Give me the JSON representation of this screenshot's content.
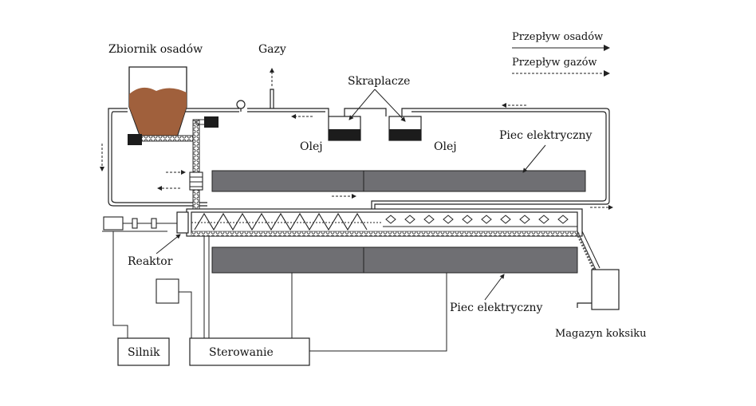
{
  "labels": {
    "tank": "Zbiornik osadów",
    "gases": "Gazy",
    "condensers": "Skraplacze",
    "oil_left": "Olej",
    "oil_right": "Olej",
    "furnace_top": "Piec elektryczny",
    "furnace_bottom": "Piec elektryczny",
    "reactor": "Reaktor",
    "coke_storage": "Magazyn koksiku",
    "motor": "Silnik",
    "control": "Sterowanie"
  },
  "legend": {
    "sludge_flow": "Przepływ osadów",
    "gas_flow": "Przepływ gazów"
  },
  "colors": {
    "line": "#222222",
    "furnace_fill": "#6f6f73",
    "sludge_fill": "#a0603c",
    "condenser_fill": "#1c1c1c",
    "motor_fill": "#1c1c1c"
  }
}
